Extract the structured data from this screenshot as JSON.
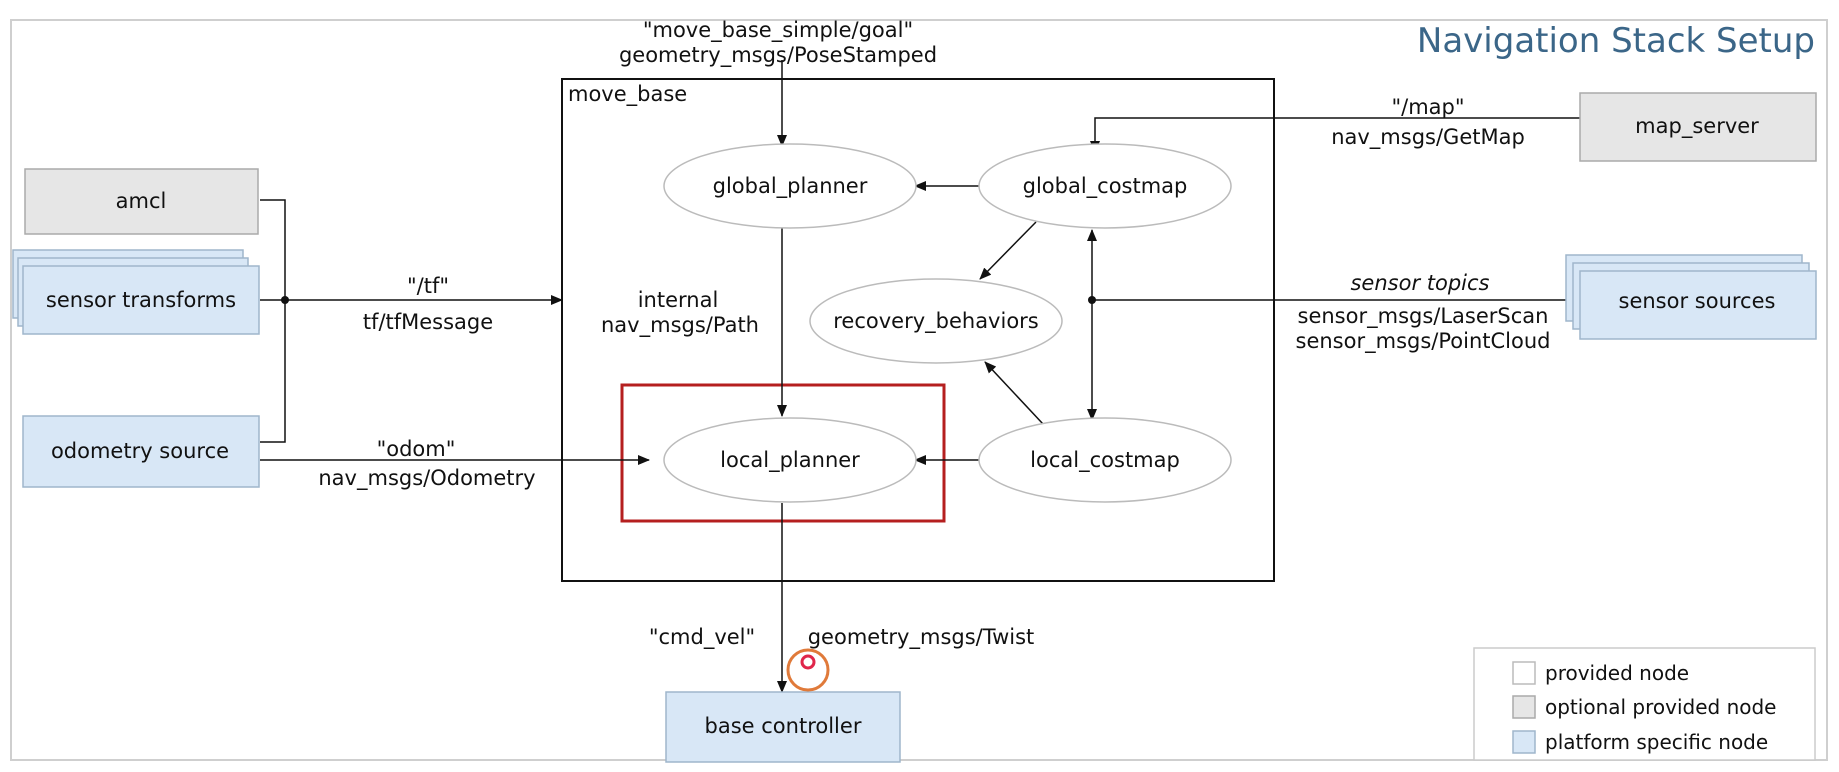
{
  "title": "Navigation Stack Setup",
  "colors": {
    "optional": "#e6e6e6",
    "platform": "#d8e7f6",
    "provided": "#ffffff",
    "highlight": "#b51f1f",
    "title": "#3b6688"
  },
  "container": {
    "label": "move_base"
  },
  "nodes": {
    "amcl": "amcl",
    "sensor_transforms": "sensor transforms",
    "odometry_source": "odometry source",
    "map_server": "map_server",
    "sensor_sources": "sensor sources",
    "base_controller": "base controller",
    "global_planner": "global_planner",
    "global_costmap": "global_costmap",
    "recovery_behaviors": "recovery_behaviors",
    "local_planner": "local_planner",
    "local_costmap": "local_costmap"
  },
  "edges": {
    "goal_topic": "\"move_base_simple/goal\"",
    "goal_type": "geometry_msgs/PoseStamped",
    "map_topic": "\"/map\"",
    "map_type": "nav_msgs/GetMap",
    "tf_topic": "\"/tf\"",
    "tf_type": "tf/tfMessage",
    "odom_topic": "\"odom\"",
    "odom_type": "nav_msgs/Odometry",
    "path_topic": "internal",
    "path_type": "nav_msgs/Path",
    "sensor_topic": "sensor topics",
    "sensor_type_1": "sensor_msgs/LaserScan",
    "sensor_type_2": "sensor_msgs/PointCloud",
    "cmd_topic": "\"cmd_vel\"",
    "cmd_type": "geometry_msgs/Twist"
  },
  "legend": {
    "provided": "provided node",
    "optional": "optional provided node",
    "platform": "platform specific node"
  }
}
